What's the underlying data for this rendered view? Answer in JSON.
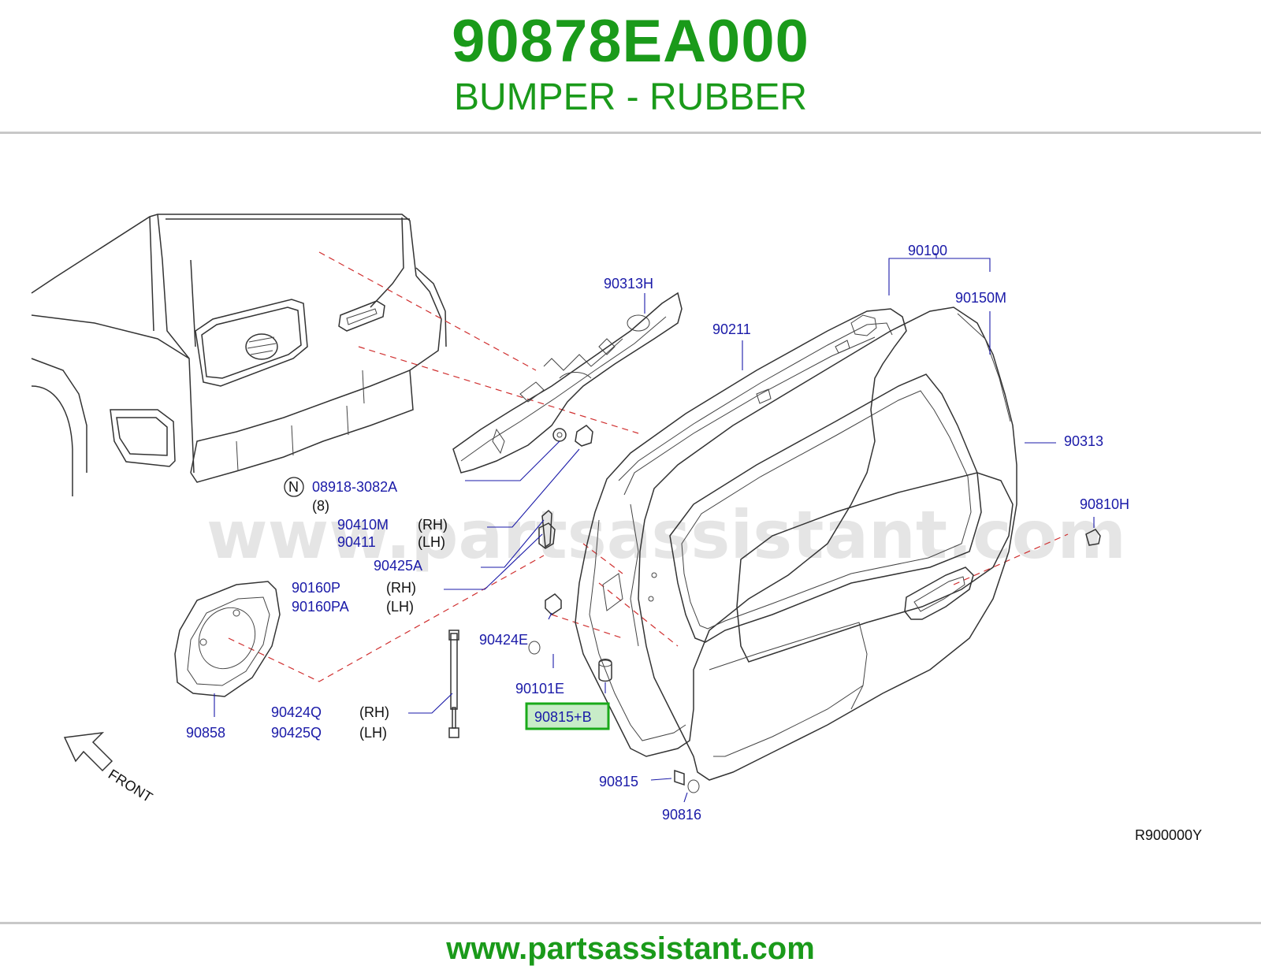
{
  "header": {
    "part_number": "90878EA000",
    "part_name": "BUMPER - RUBBER"
  },
  "footer": {
    "url": "www.partsassistant.com"
  },
  "diagram": {
    "watermark": "www.partsassistant.com",
    "reference_code": "R900000Y",
    "front_label": "FRONT",
    "highlight_color": "#1aaa1a",
    "labels": {
      "p90100": "90100",
      "p90150m": "90150M",
      "p90313h": "90313H",
      "p90211": "90211",
      "p90313": "90313",
      "p90810h": "90810H",
      "n_symbol": "N",
      "p08918": "08918-3082A",
      "qty8": "(8)",
      "p90410m": "90410M",
      "p90410m_side": "(RH)",
      "p90411": "90411",
      "p90411_side": "(LH)",
      "p90425a": "90425A",
      "p90160p": "90160P",
      "p90160p_side": "(RH)",
      "p90160pa": "90160PA",
      "p90160pa_side": "(LH)",
      "p90424e": "90424E",
      "p90101e": "90101E",
      "p90815b": "90815+B",
      "p90858": "90858",
      "p90424q": "90424Q",
      "p90424q_side": "(RH)",
      "p90425q": "90425Q",
      "p90425q_side": "(LH)",
      "p90815": "90815",
      "p90816": "90816"
    }
  }
}
